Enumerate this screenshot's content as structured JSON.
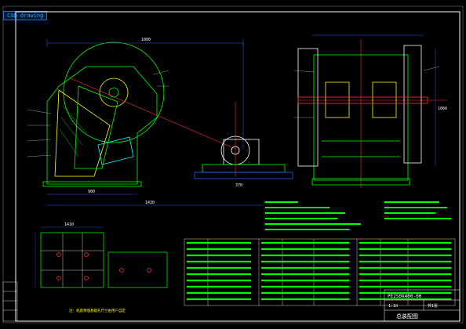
{
  "app": {
    "tab_label": "CAD drawing",
    "drawing_number": "PE250X400-00",
    "drawing_title": "总装配图"
  },
  "colors": {
    "background": "#000000",
    "frame": "#ffffff",
    "primary_lines": "#00ff00",
    "dimension_lines": "#3355ff",
    "centerlines": "#ff3333",
    "text": "#ffffff",
    "highlight": "#ffff00",
    "accent": "#00ffff"
  },
  "dimensions": {
    "side_view_overall": "1800",
    "side_view_base": "900",
    "side_view_length": "1430",
    "motor_base": "370",
    "base_plan_width": "1410",
    "end_view_height": "1060"
  },
  "notes": {
    "base_plan_note": "注：机座预埋基础孔尺寸由用户自定"
  },
  "title_block": {
    "scale": "1:10",
    "sheet": "共1张"
  }
}
